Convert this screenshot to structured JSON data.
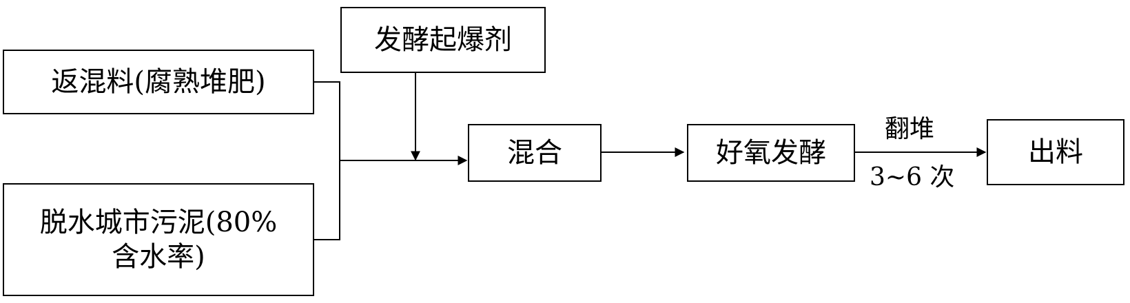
{
  "nodes": {
    "return_mix": "返混料(腐熟堆肥)",
    "sludge": "脱水城市污泥(80%\n含水率)",
    "starter": "发酵起爆剂",
    "mixing": "混合",
    "aerobic": "好氧发酵",
    "output": "出料"
  },
  "edges": {
    "turn_label": "翻堆",
    "turn_count": "3~6 次"
  }
}
